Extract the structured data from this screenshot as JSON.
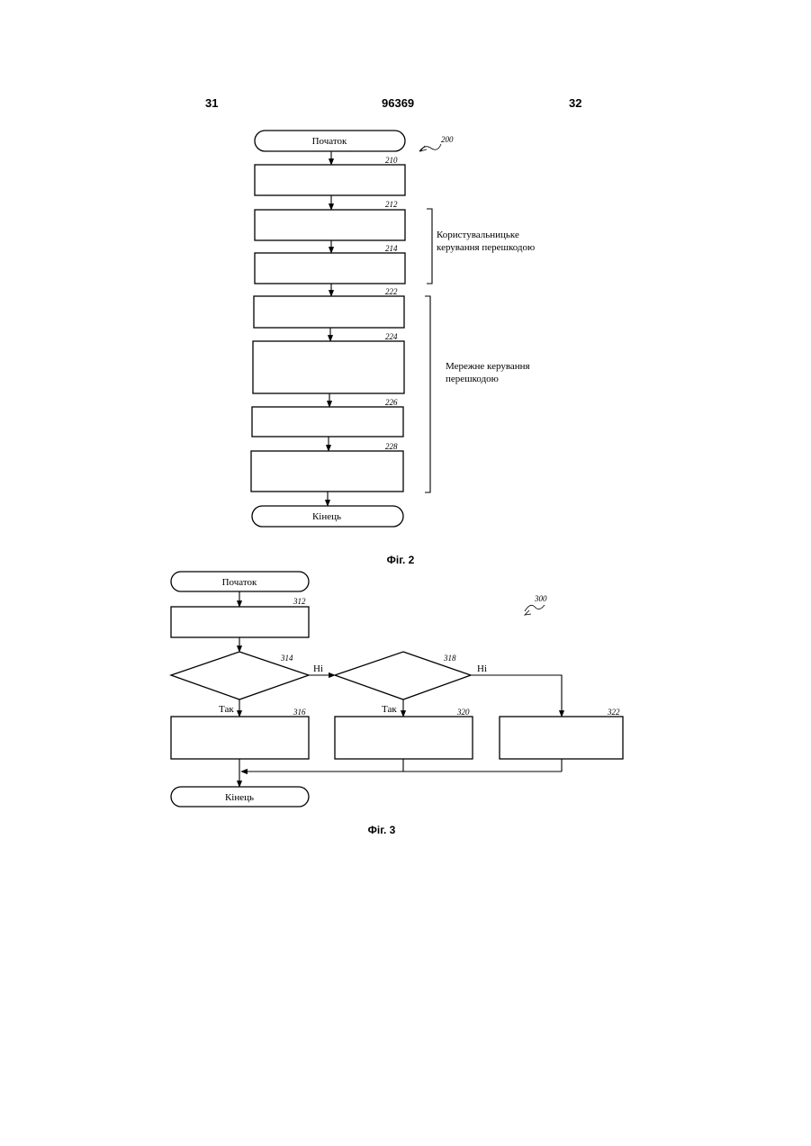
{
  "header": {
    "page_left": "31",
    "patent_number": "96369",
    "page_right": "32"
  },
  "fig2": {
    "ref": "200",
    "start_label": "Початок",
    "end_label": "Кінець",
    "step_refs": [
      "210",
      "212",
      "214",
      "222",
      "224",
      "226",
      "228"
    ],
    "group_user_label": [
      "Користувальницьке",
      "керування перешкодою"
    ],
    "group_network_label": [
      "Мережне керування",
      "перешкодою"
    ],
    "caption": "Фіг. 2"
  },
  "fig3": {
    "ref": "300",
    "start_label": "Початок",
    "end_label": "Кінець",
    "step_refs": [
      "312",
      "314",
      "316",
      "318",
      "320",
      "322"
    ],
    "no_label": "Ні",
    "yes_label": "Так",
    "caption": "Фіг. 3"
  }
}
